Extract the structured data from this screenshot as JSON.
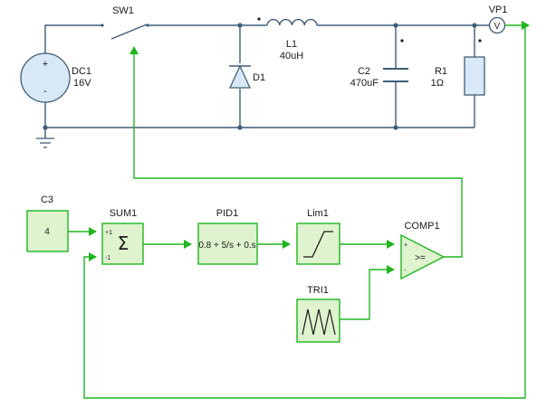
{
  "power": {
    "source": {
      "name": "DC1",
      "value": "16V",
      "plus": "+",
      "minus": "-"
    },
    "switch": {
      "name": "SW1"
    },
    "diode": {
      "name": "D1"
    },
    "inductor": {
      "name": "L1",
      "value": "40uH"
    },
    "capacitor": {
      "name": "C2",
      "value": "470uF"
    },
    "resistor": {
      "name": "R1",
      "value": "1Ω"
    },
    "probe": {
      "name": "VP1",
      "symbol": "V"
    }
  },
  "control": {
    "const": {
      "name": "C3",
      "value": "4"
    },
    "sum": {
      "name": "SUM1",
      "symbol": "Σ",
      "in_plus": "+1",
      "in_minus": "-1"
    },
    "pid": {
      "name": "PID1",
      "expr": "0.8 + 5/s + 0.s"
    },
    "limiter": {
      "name": "Lim1"
    },
    "comparator": {
      "name": "COMP1",
      "op": ">=",
      "in_plus": "+",
      "in_minus": "-"
    },
    "triangle": {
      "name": "TRI1"
    }
  },
  "colors": {
    "wire": "#3f5d78",
    "control_wire": "#1fb51f",
    "block_fill": "#dff3cf"
  }
}
